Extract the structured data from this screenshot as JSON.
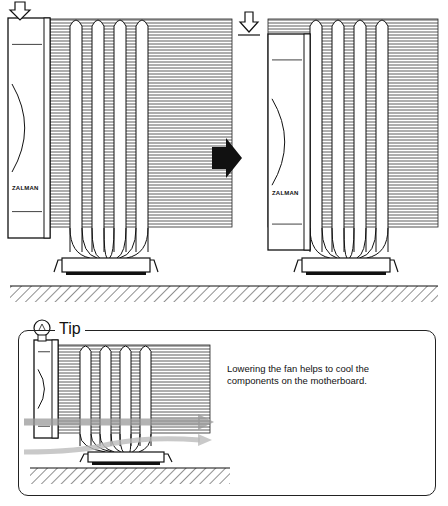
{
  "diagram": {
    "nodes": [
      {
        "text": [
          "Tip",
          "Lowering the fan helps to cool the components on the motherboard."
        ]
      }
    ],
    "labels": [
      "ZALMAN",
      "ZALMAN"
    ]
  }
}
